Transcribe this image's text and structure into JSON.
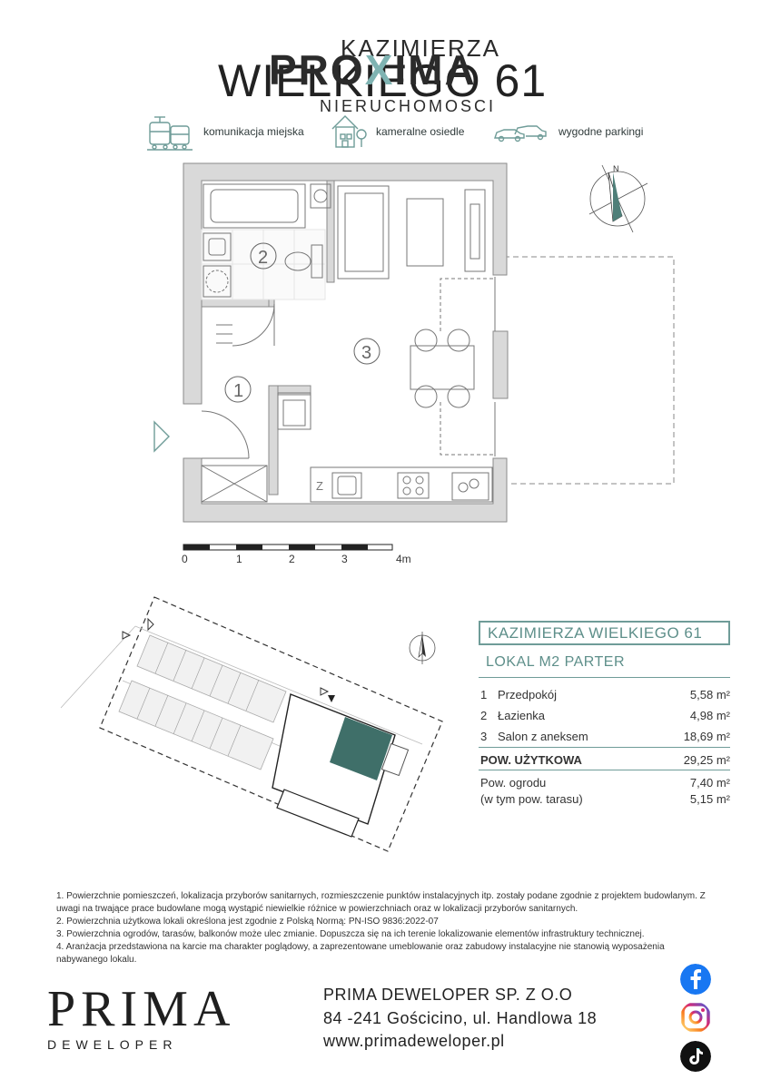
{
  "header": {
    "line1": "KAZIMIERZA",
    "line2": "WIELKIEGO 61",
    "brand_pre": "PRO",
    "brand_x": "X",
    "brand_post": "IMA",
    "brand_sub": "NIERUCHOMOSCI"
  },
  "features": [
    {
      "icon": "tram-bus-icon",
      "label": "komunikacja miejska"
    },
    {
      "icon": "house-icon",
      "label": "kameralne osiedle"
    },
    {
      "icon": "cars-icon",
      "label": "wygodne parkingi"
    }
  ],
  "plan": {
    "rooms": [
      "1",
      "2",
      "3"
    ],
    "scale_ticks": [
      "0",
      "1",
      "2",
      "3",
      "4m"
    ]
  },
  "info": {
    "title": "KAZIMIERZA WIELKIEGO 61",
    "subtitle": "LOKAL M2   PARTER",
    "rows": [
      {
        "n": "1",
        "label": "Przedpokój",
        "value": "5,58 m²"
      },
      {
        "n": "2",
        "label": "Łazienka",
        "value": "4,98 m²"
      },
      {
        "n": "3",
        "label": "Salon z aneksem",
        "value": "18,69 m²"
      }
    ],
    "total_label": "POW. UŻYTKOWA",
    "total_value": "29,25 m²",
    "garden_label": "Pow. ogrodu",
    "garden_value": "7,40 m²",
    "terrace_label": "(w tym pow. tarasu)",
    "terrace_value": "5,15 m²"
  },
  "notes": [
    "1. Powierzchnie pomieszczeń, lokalizacja przyborów sanitarnych, rozmieszczenie punktów instalacyjnych itp. zostały podane zgodnie z projektem budowlanym. Z uwagi na trwające prace budowlane mogą wystąpić niewielkie różnice w powierzchniach oraz w lokalizacji przyborów sanitarnych.",
    "2. Powierzchnia użytkowa lokali określona jest zgodnie z Polską Normą: PN-ISO 9836:2022-07",
    "3. Powierzchnia ogrodów, tarasów, balkonów może ulec zmianie. Dopuszcza się na ich terenie lokalizowanie elementów infrastruktury technicznej.",
    "4. Aranżacja przedstawiona na karcie ma charakter poglądowy, a zaprezentowane umeblowanie oraz zabudowy instalacyjne nie stanowią wyposażenia nabywanego lokalu."
  ],
  "footer": {
    "logo": "PRIMA",
    "logo_sub": "DEWELOPER",
    "company": "PRIMA DEWELOPER SP. Z O.O",
    "address": "84 -241 Gościcino, ul. Handlowa 18",
    "web": "www.primadeweloper.pl",
    "social": [
      "facebook-icon",
      "instagram-icon",
      "tiktok-icon"
    ]
  },
  "colors": {
    "accent": "#6f9c98",
    "accent_text": "#5e8f8a",
    "wall": "#d9d9d9",
    "highlight": "#3f6f69",
    "facebook": "#1877f2",
    "instagram": "#d62976"
  }
}
